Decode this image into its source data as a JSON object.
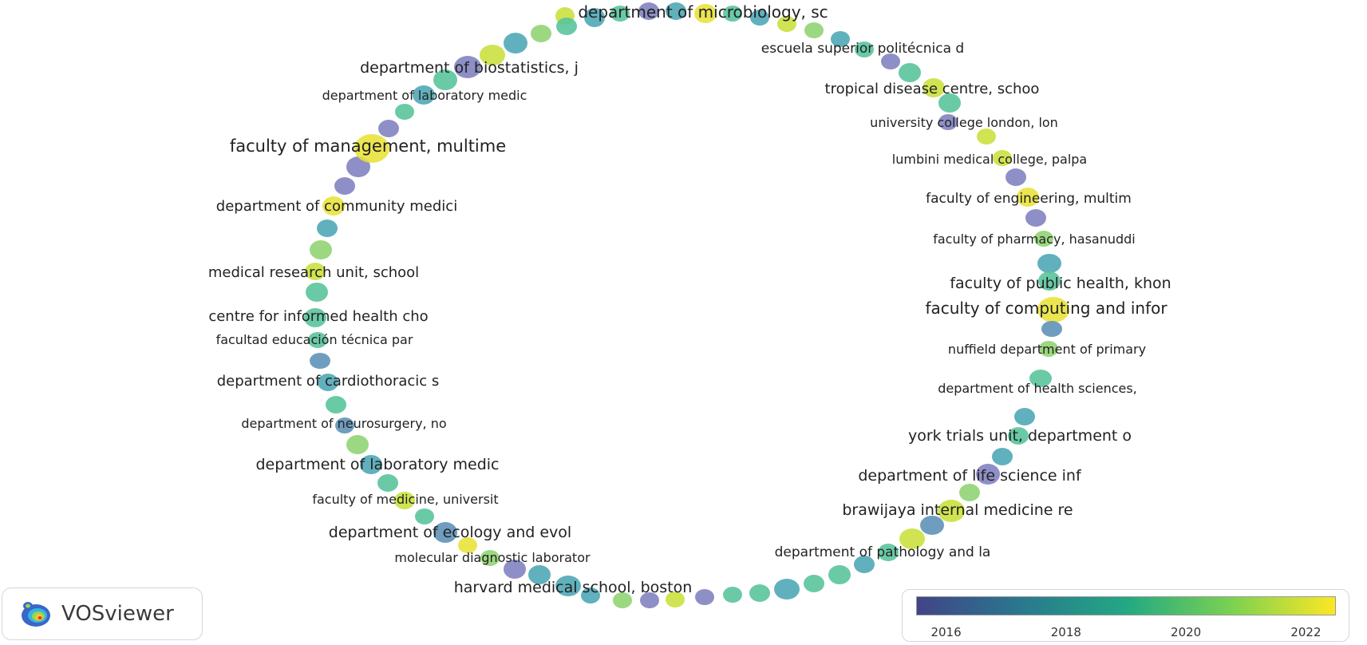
{
  "app": {
    "name": "VOSviewer"
  },
  "color_scale": {
    "min": 2015.5,
    "max": 2022.5,
    "ticks": [
      "2016",
      "2018",
      "2020",
      "2022"
    ],
    "tick_values": [
      2016,
      2018,
      2020,
      2022
    ],
    "colors": [
      "#414487",
      "#2a788e",
      "#22a884",
      "#7ad151",
      "#fde725"
    ]
  },
  "labels": [
    "department of microbiology, sc",
    "escuela superior politécnica d",
    "tropical disease centre, schoo",
    "university college london, lon",
    "lumbini medical college, palpa",
    "faculty of engineering, multim",
    "faculty of pharmacy, hasanuddi",
    "faculty of public health, khon",
    "faculty of computing and infor",
    "nuffield department of primary",
    "department of health sciences,",
    "york trials unit, department o",
    "department of life science inf",
    "brawijaya internal medicine re",
    "department of pathology and la",
    "harvard medical school, boston",
    "molecular diagnostic laborator",
    "department of ecology and evol",
    "faculty of medicine, universit",
    "department of laboratory medic",
    "department of neurosurgery, no",
    "department of cardiothoracic s",
    "facultad educación técnica par",
    "centre for informed health cho",
    "medical research unit, school",
    "department of community medici",
    "faculty of management, multime",
    "department of laboratory medic",
    "department of biostatistics, j"
  ]
}
